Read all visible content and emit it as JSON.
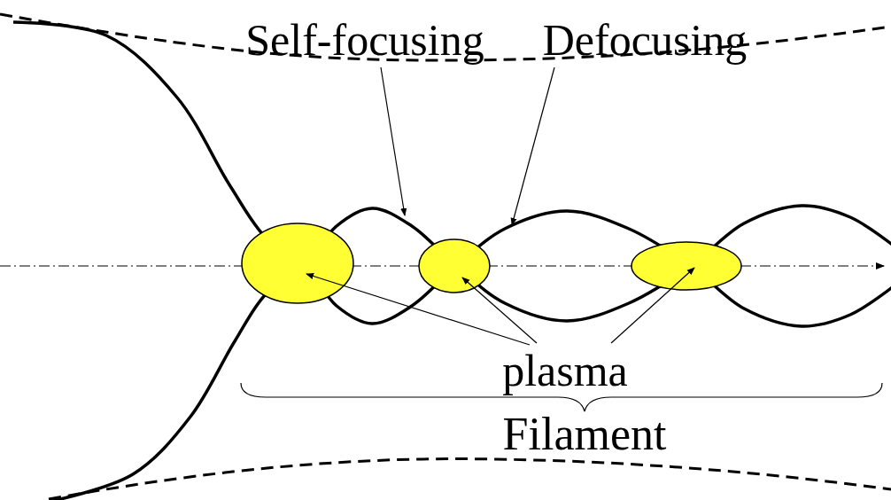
{
  "diagram": {
    "labels": [
      "Self-focusing",
      "Defocusing",
      "plasma",
      "Filament"
    ]
  }
}
